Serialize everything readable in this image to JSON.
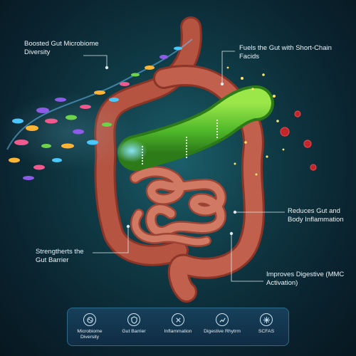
{
  "callouts": {
    "microbiome": "Boosted Gut Microbiome Diversity",
    "fuels": "Fuels the Gut with Short-Chain Facids",
    "barrier": "Strengtherts the Gut Barrier",
    "inflammation": "Reduces Gut and Body Inflammation",
    "digestive": "Improves Digestive (MMC Activation)"
  },
  "benefit_bar": {
    "items": [
      {
        "label": "Microbiome Diversity",
        "icon": "microbiome-icon"
      },
      {
        "label": "Gut Barrier",
        "icon": "shield-icon"
      },
      {
        "label": "Inflammation",
        "icon": "no-inflammation-icon"
      },
      {
        "label": "Digestive Rhytrm",
        "icon": "digestive-icon"
      },
      {
        "label": "SCFAS",
        "icon": "scfa-icon"
      }
    ]
  },
  "colors": {
    "intestine": "#b65442",
    "colon_highlight": "#5fc62e",
    "background": "#0f3a45",
    "bar": "#17405a",
    "virus": "#c2262b"
  }
}
